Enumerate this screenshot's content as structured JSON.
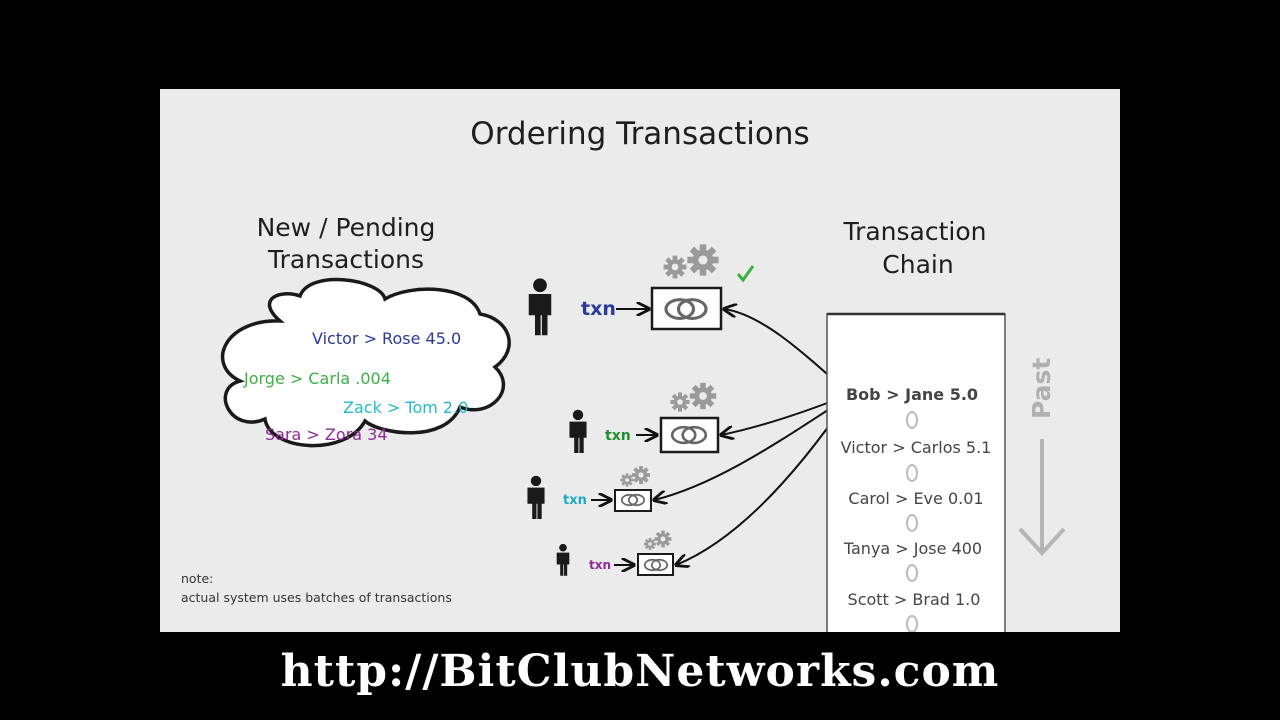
{
  "title": "Ordering Transactions",
  "pending": {
    "heading_line1": "New / Pending",
    "heading_line2": "Transactions",
    "items": [
      {
        "text": "Victor > Rose 45.0",
        "color": "#2b3a9a"
      },
      {
        "text": "Jorge > Carla .004",
        "color": "#3cb043"
      },
      {
        "text": "Zack > Tom 2.0",
        "color": "#27b8d0"
      },
      {
        "text": "Sara > Zora 34",
        "color": "#8e2a9a"
      }
    ]
  },
  "miners": [
    {
      "txn_label": "txn",
      "txn_color": "#2b3a9a",
      "confirmed": true,
      "check_icon": "checkmark-icon"
    },
    {
      "txn_label": "txn",
      "txn_color": "#1f8f2a",
      "confirmed": false
    },
    {
      "txn_label": "txn",
      "txn_color": "#1fa8c4",
      "confirmed": false
    },
    {
      "txn_label": "txn",
      "txn_color": "#8e2a9a",
      "confirmed": false
    }
  ],
  "chain": {
    "heading_line1": "Transaction",
    "heading_line2": "Chain",
    "items": [
      {
        "text": "Bob > Jane 5.0",
        "highlight": true,
        "color": "#c6481b"
      },
      {
        "text": "Victor > Carlos 5.1",
        "highlight": false,
        "color": "#444444"
      },
      {
        "text": "Carol > Eve 0.01",
        "highlight": false,
        "color": "#444444"
      },
      {
        "text": "Tanya > Jose 400",
        "highlight": false,
        "color": "#444444"
      },
      {
        "text": "Scott > Brad 1.0",
        "highlight": false,
        "color": "#444444"
      }
    ],
    "past_label": "Past"
  },
  "note": {
    "line1": "note:",
    "line2": "actual system uses batches of transactions"
  },
  "footer_url": "http://BitClubNetworks.com",
  "icons": [
    "person-icon",
    "gear-icon",
    "chain-link-icon",
    "checkmark-icon",
    "down-arrow-icon",
    "cloud-shape"
  ]
}
